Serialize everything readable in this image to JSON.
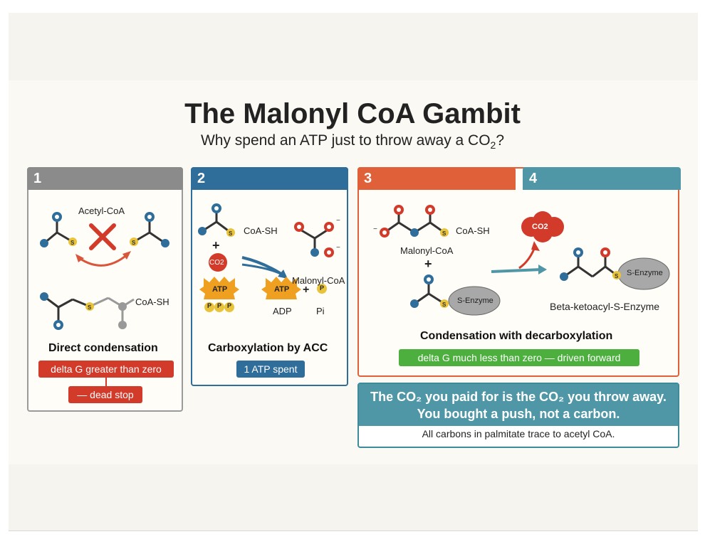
{
  "title": "The Malonyl CoA Gambit",
  "subtitle_main": "Why spend an ATP just to throw away a CO",
  "subtitle_sub": "2",
  "subtitle_end": "?",
  "colors": {
    "panel1": "#8b8b8b",
    "panel2": "#2f6d9b",
    "panel3": "#e0603a",
    "panel4": "#4f97a6",
    "red": "#d23a2a",
    "blue": "#2f6d9b",
    "green": "#4caf3e",
    "sulfur": "#e9c43a"
  },
  "panel1": {
    "number": "1",
    "molecule_label": "Acetyl-CoA",
    "product_label": "CoA-SH",
    "heading": "Direct condensation",
    "badge_top": "delta G greater than zero",
    "badge_bottom": "— dead stop"
  },
  "panel2": {
    "number": "2",
    "coa_label": "CoA-SH",
    "plus": "+",
    "co2": "CO2",
    "product_label": "Malonyl-CoA",
    "atp": "ATP",
    "atp_product": "ATP",
    "p": "P",
    "plus2": "+",
    "adp": "ADP",
    "pi": "Pi",
    "heading": "Carboxylation by ACC",
    "badge": "1 ATP spent"
  },
  "panel3": {
    "number": "3",
    "coa_label": "CoA-SH",
    "malonyl_label": "Malonyl-CoA",
    "plus": "+",
    "enzyme": "S-Enzyme"
  },
  "panel4": {
    "number": "4",
    "co2": "CO2",
    "enzyme": "S-Enzyme",
    "product_label": "Beta-ketoacyl-S-Enzyme"
  },
  "panel34": {
    "heading": "Condensation with decarboxylation",
    "badge": "delta G much less than zero — driven forward"
  },
  "takeaway": {
    "line1": "The CO₂ you paid for is the CO₂ you throw away.",
    "line2": "You bought a push, not a carbon.",
    "footer": "All carbons in palmitate trace to acetyl CoA."
  }
}
